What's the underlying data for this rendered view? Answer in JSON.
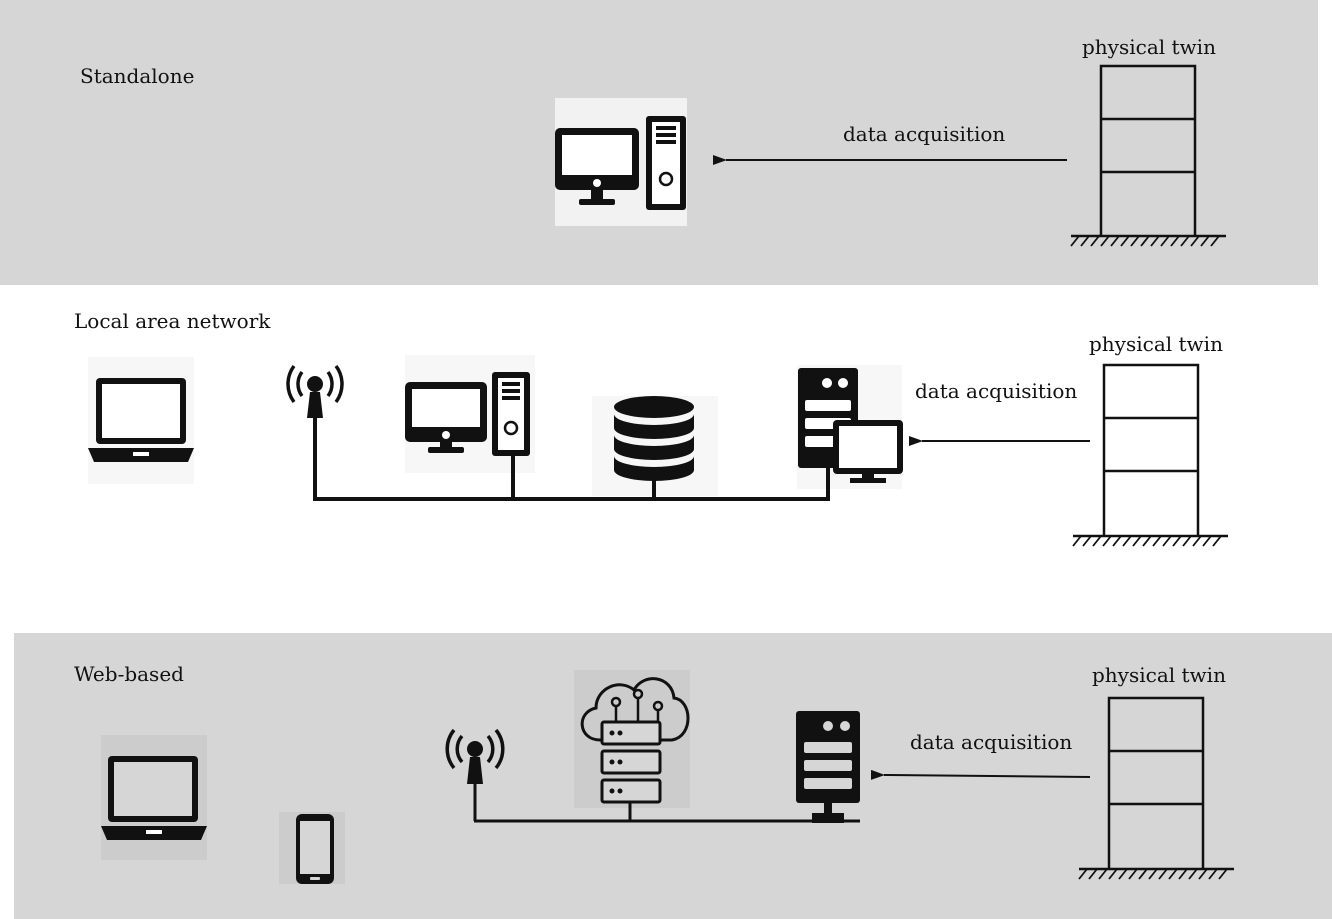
{
  "standalone": {
    "title": "Standalone",
    "data_acquisition": "data acquisition",
    "physical_twin": "physical twin"
  },
  "lan": {
    "title": "Local area network",
    "data_acquisition": "data acquisition",
    "physical_twin": "physical twin"
  },
  "web": {
    "title": "Web-based",
    "data_acquisition": "data acquisition",
    "physical_twin": "physical twin"
  },
  "icons": [
    "desktop-computer-icon",
    "laptop-icon",
    "antenna-icon",
    "database-icon",
    "server-icon",
    "monitor-icon",
    "cloud-server-icon",
    "smartphone-icon",
    "building-frame-icon"
  ],
  "colors": {
    "panel_gray": "#d6d6d6",
    "ink": "#111111"
  }
}
